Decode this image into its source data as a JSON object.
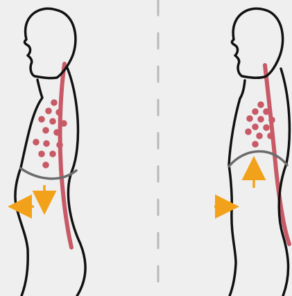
{
  "title": "",
  "colors": {
    "background": "#efefef",
    "outline": "#111111",
    "spine": "#c75a66",
    "lung_dots": "#c75a66",
    "diaphragm": "#6b6b6b",
    "arrows": "#f2a21a",
    "divider": "#b9b9b9"
  },
  "panels": [
    {
      "id": "left",
      "state": "diaphragm-down-belly-out",
      "arrows": [
        "down-arrow-icon",
        "left-arrow-icon"
      ]
    },
    {
      "id": "right",
      "state": "diaphragm-up-belly-in",
      "arrows": [
        "up-arrow-icon",
        "right-arrow-icon"
      ]
    }
  ]
}
